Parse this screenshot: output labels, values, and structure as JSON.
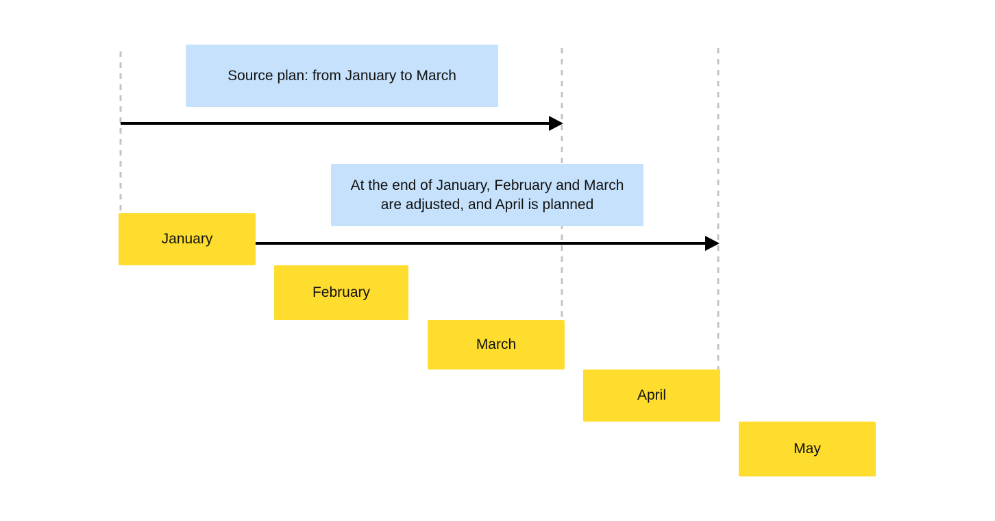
{
  "notes": {
    "source_plan": "Source plan: from January to March",
    "adjustment_line1": "At the end of January, February and March",
    "adjustment_line2": "are adjusted, and April is planned"
  },
  "months": {
    "january": "January",
    "february": "February",
    "march": "March",
    "april": "April",
    "may": "May"
  },
  "colors": {
    "note_fill": "#c5e1fb",
    "month_fill": "#ffdd2e",
    "arrow": "#000000",
    "guide_line": "#c4c4c4"
  }
}
